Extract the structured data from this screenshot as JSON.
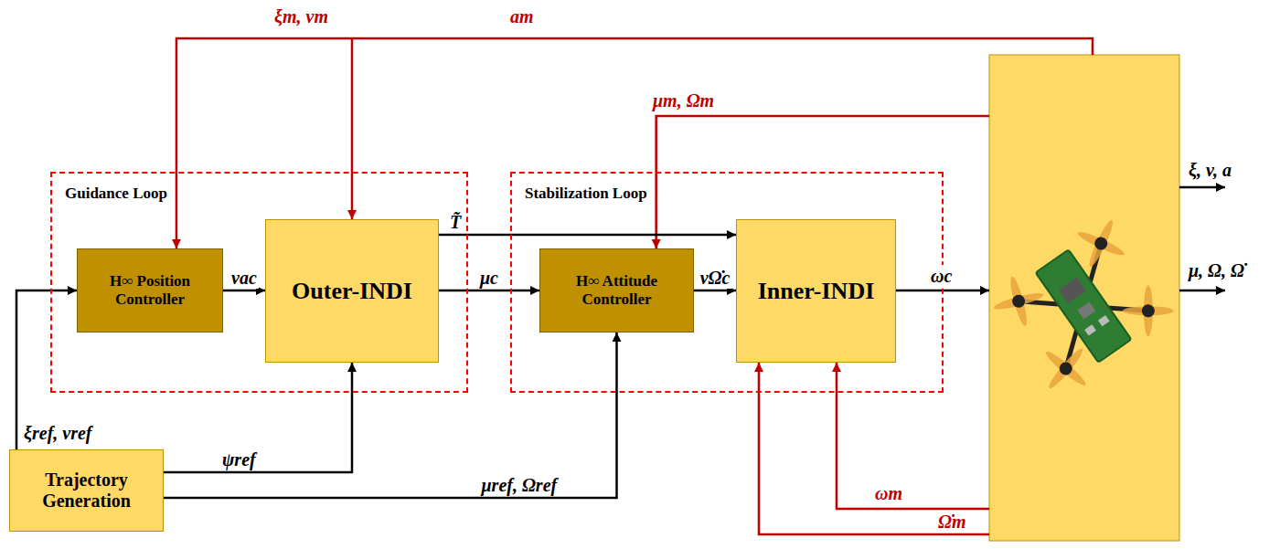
{
  "diagram": {
    "nodes": [
      {
        "text": [
          "Guidance Loop"
        ]
      },
      {
        "text": [
          "H∞ Position Controller"
        ],
        "in": 0
      },
      {
        "text": [
          "Outer-INDI"
        ],
        "in": 0
      },
      {
        "text": [
          "Stabilization Loop"
        ]
      },
      {
        "text": [
          "H∞ Attitude Controller"
        ],
        "in": 3
      },
      {
        "text": [
          "Inner-INDI"
        ],
        "in": 3
      },
      {
        "text": [
          "Trajectory Generation"
        ]
      }
    ],
    "edges": [
      {
        "from": 6,
        "to": 1,
        "arrow": "to",
        "label": "ξref, vref"
      },
      {
        "from": 6,
        "to": 2,
        "arrow": "to",
        "label": "ψref"
      },
      {
        "from": 6,
        "to": 4,
        "arrow": "to",
        "label": "μref, Ωref"
      },
      {
        "from": 1,
        "to": 2,
        "arrow": "to",
        "label": "νac"
      },
      {
        "from": 2,
        "to": 4,
        "arrow": "to",
        "label": "μc"
      },
      {
        "from": 2,
        "to": 5,
        "arrow": "to",
        "label": "T̃"
      },
      {
        "from": 4,
        "to": 5,
        "arrow": "to",
        "label": "νΩ̇c"
      }
    ],
    "labels": [
      "ξm, vm",
      "am",
      "μm, Ωm",
      "ξ, v, a",
      "ωc",
      "μ, Ω, Ω̇",
      "ωm",
      "Ω̇m"
    ]
  }
}
